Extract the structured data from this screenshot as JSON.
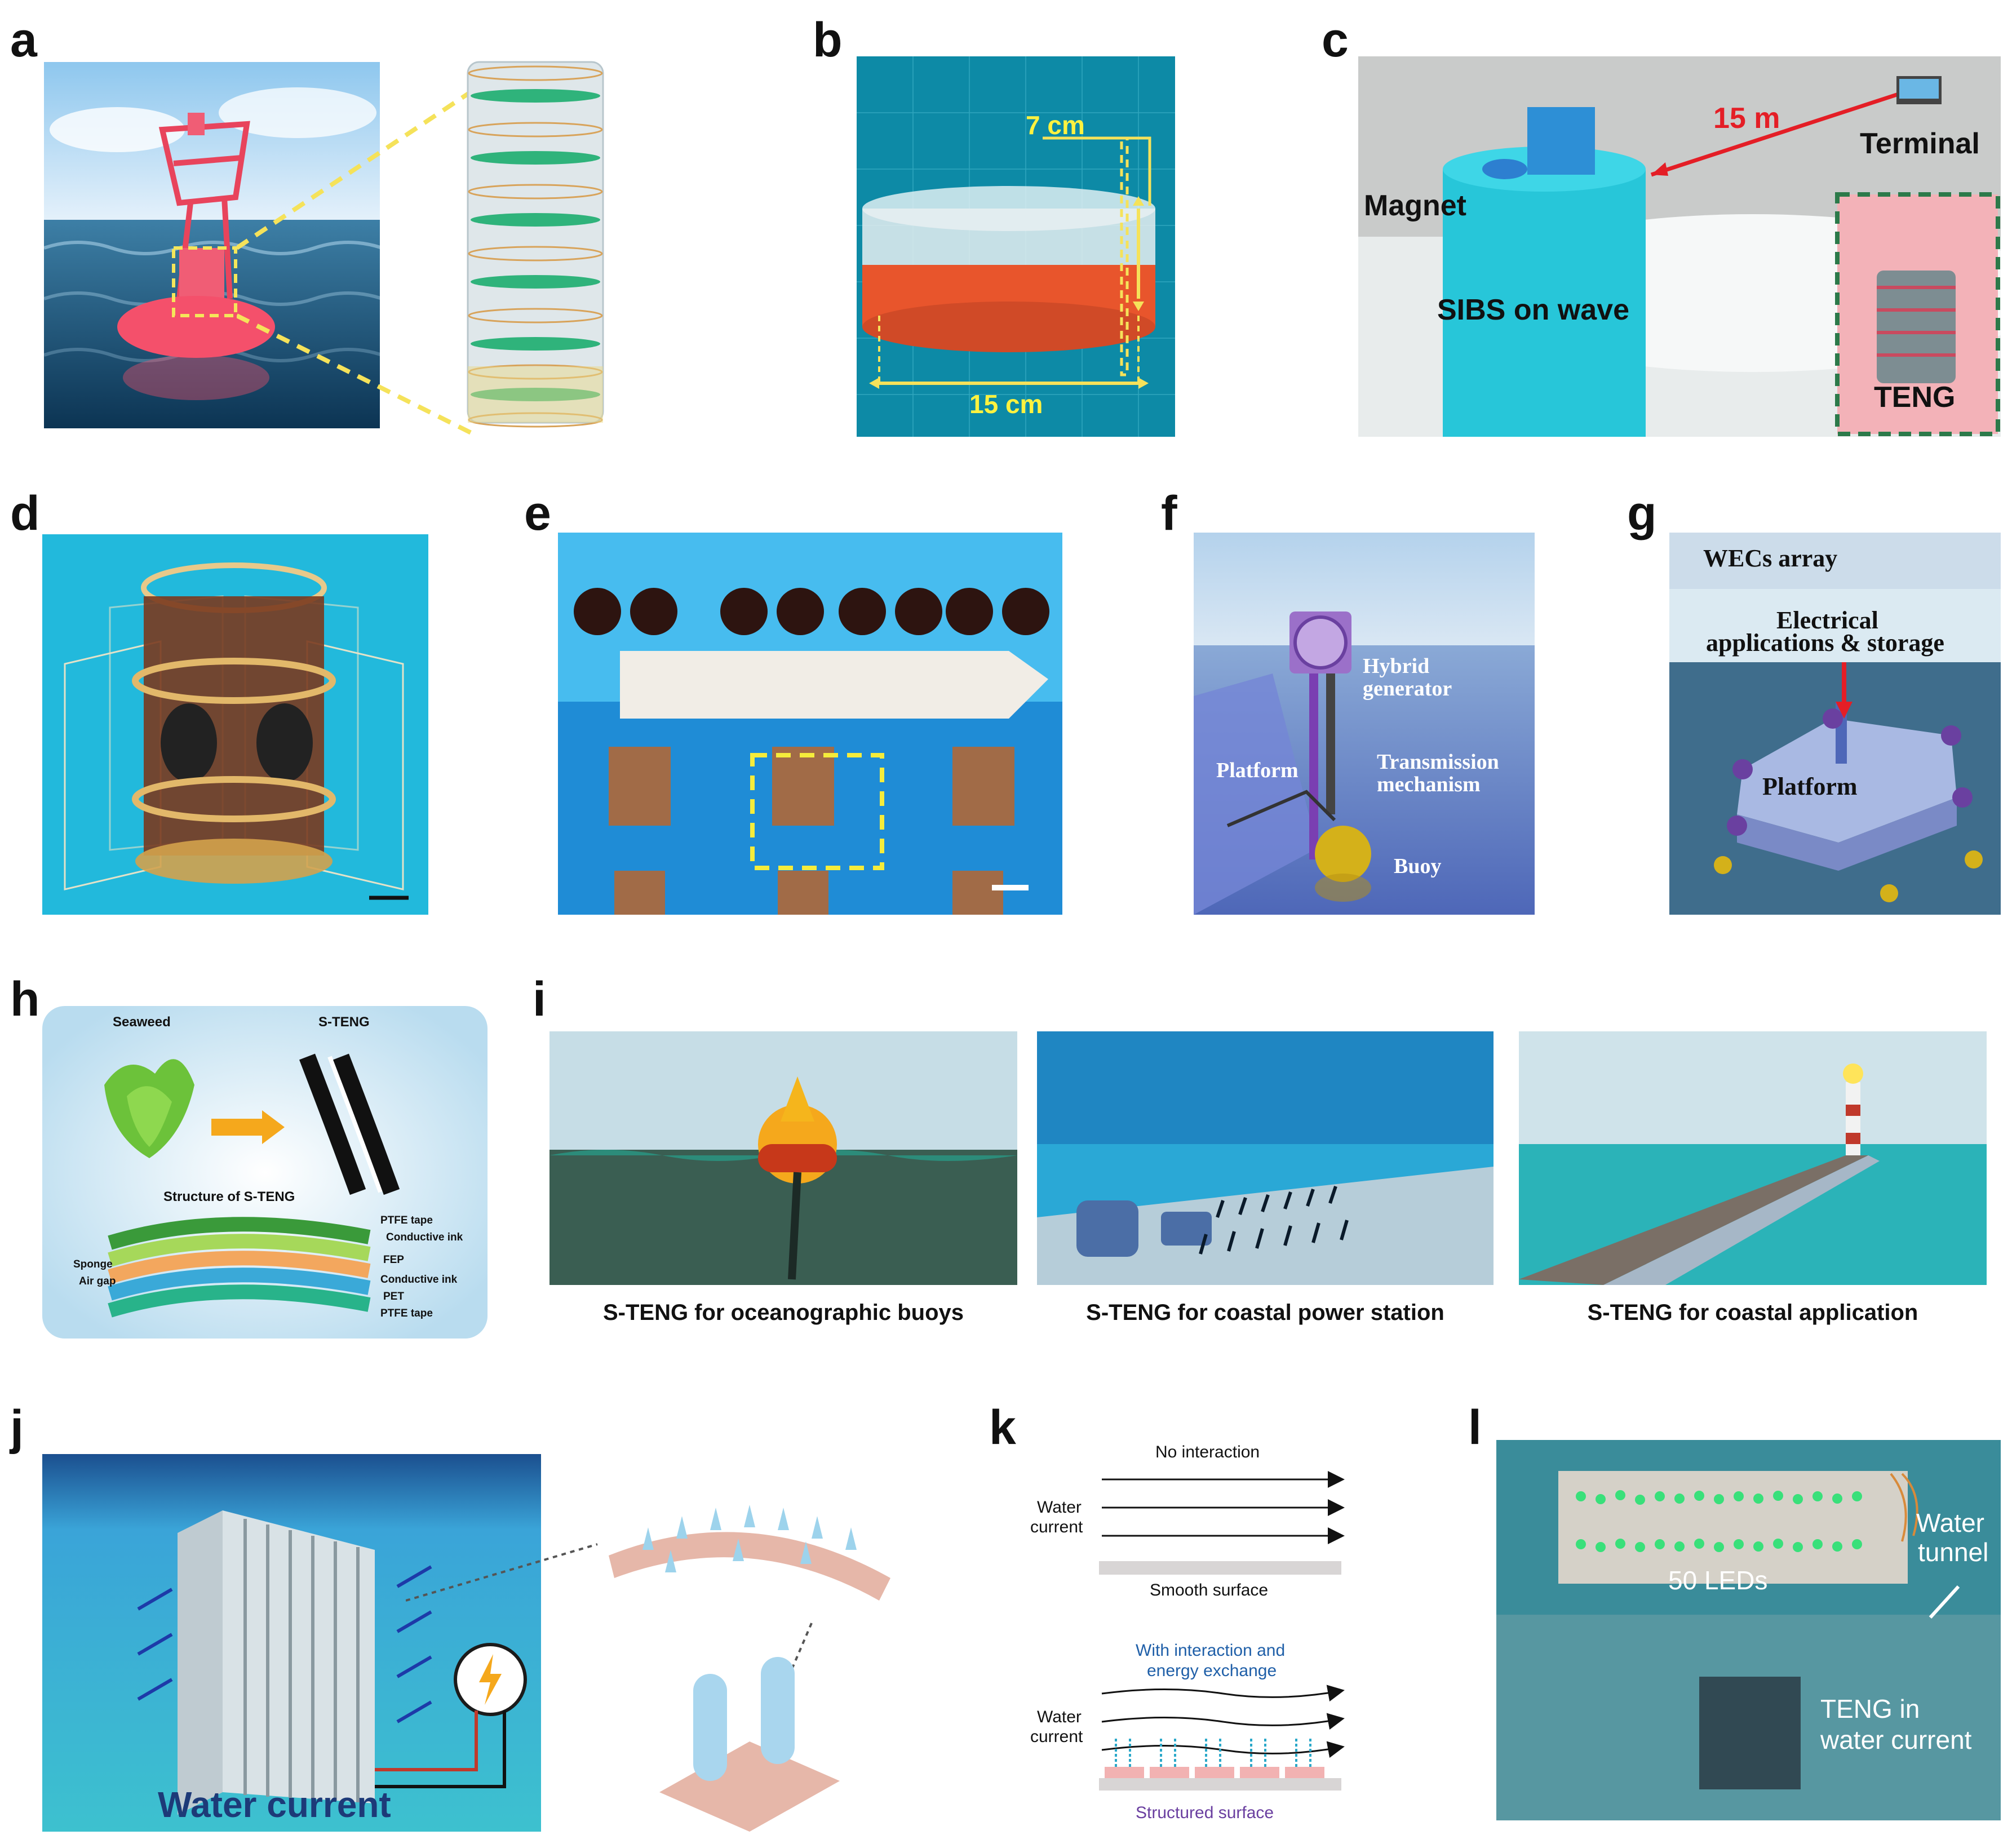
{
  "panel_labels": [
    "a",
    "b",
    "c",
    "d",
    "e",
    "f",
    "g",
    "h",
    "i",
    "j",
    "k",
    "l"
  ],
  "b": {
    "height": "7 cm",
    "width": "15 cm"
  },
  "c": {
    "distance": "15 m",
    "terminal": "Terminal",
    "magnet": "Magnet",
    "sibs": "SIBS on wave",
    "teng": "TENG"
  },
  "f": {
    "hybrid": "Hybrid generator",
    "hybrid_1": "Hybrid",
    "hybrid_2": "generator",
    "transmission_1": "Transmission",
    "transmission_2": "mechanism",
    "platform": "Platform",
    "buoy": "Buoy"
  },
  "g": {
    "array": "WECs array",
    "applications_1": "Electrical",
    "applications_2": "applications & storage",
    "platform": "Platform"
  },
  "h": {
    "seaweed": "Seaweed",
    "steng": "S-TENG",
    "structure": "Structure of S-TENG",
    "layers": [
      "PTFE tape",
      "Conductive ink",
      "FEP",
      "Conductive ink",
      "PET",
      "PTFE tape"
    ],
    "sponge": "Sponge",
    "air_gap": "Air gap"
  },
  "i": {
    "captions": [
      "S-TENG for oceanographic buoys",
      "S-TENG for coastal power station",
      "S-TENG for coastal application"
    ]
  },
  "j": {
    "water_current": "Water current"
  },
  "k": {
    "no_interaction": "No interaction",
    "water_1": "Water",
    "water_2": "current",
    "smooth": "Smooth surface",
    "with_interaction_1": "With interaction and",
    "with_interaction_2": "energy exchange",
    "structured": "Structured  surface"
  },
  "l": {
    "leds": "50 LEDs",
    "tunnel_1": "Water",
    "tunnel_2": "tunnel",
    "teng_1": "TENG in",
    "teng_2": "water current"
  }
}
